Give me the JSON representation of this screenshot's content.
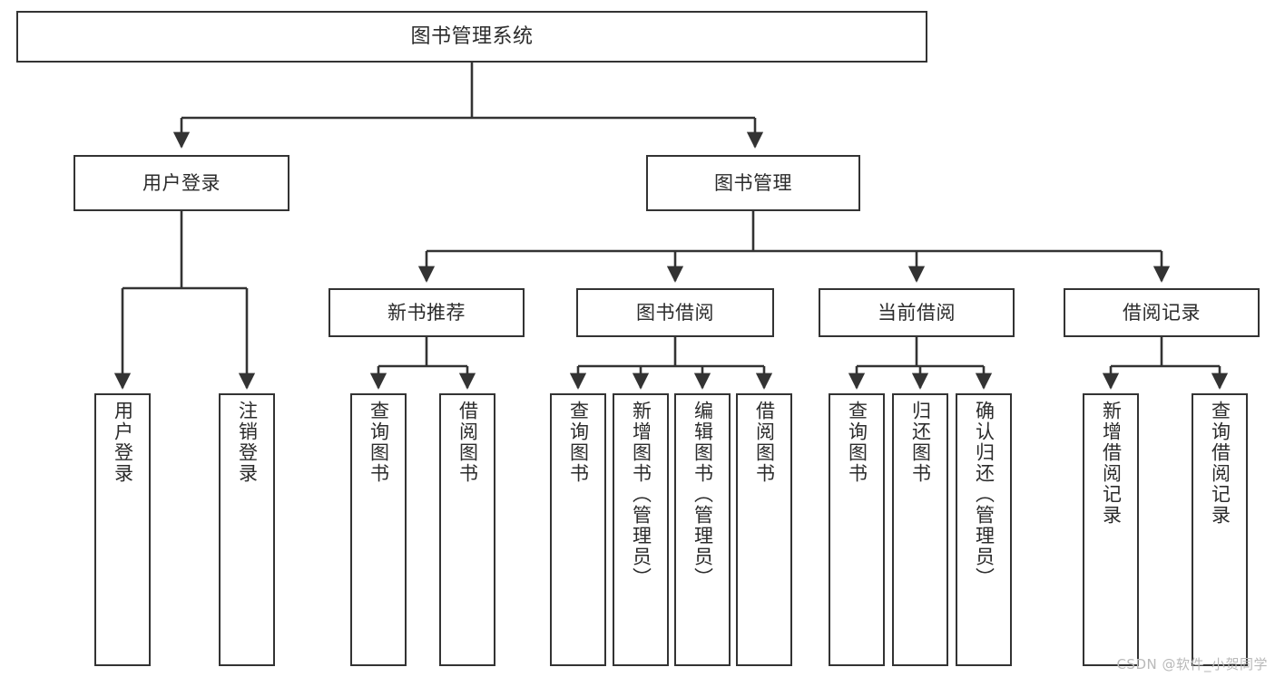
{
  "diagram": {
    "title": "图书管理系统",
    "type": "tree-hierarchy",
    "watermark": "CSDN @软件_小贺同学",
    "colors": {
      "stroke": "#333333",
      "fill": "#ffffff",
      "text": "#2b2b2b",
      "watermark": "#b9b9b9"
    },
    "nodes": {
      "root": {
        "label": "图书管理系统"
      },
      "level2": [
        {
          "label": "用户登录"
        },
        {
          "label": "图书管理"
        }
      ],
      "level3": [
        {
          "label": "新书推荐"
        },
        {
          "label": "图书借阅"
        },
        {
          "label": "当前借阅"
        },
        {
          "label": "借阅记录"
        }
      ],
      "leaves": {
        "user_login": [
          {
            "label": "用户登录"
          },
          {
            "label": "注销登录"
          }
        ],
        "new_book_recommend": [
          {
            "label": "查询图书"
          },
          {
            "label": "借阅图书"
          }
        ],
        "book_borrow": [
          {
            "label": "查询图书"
          },
          {
            "label": "新增图书（管理员）"
          },
          {
            "label": "编辑图书（管理员）"
          },
          {
            "label": "借阅图书"
          }
        ],
        "current_borrow": [
          {
            "label": "查询图书"
          },
          {
            "label": "归还图书"
          },
          {
            "label": "确认归还（管理员）"
          }
        ],
        "borrow_record": [
          {
            "label": "新增借阅记录"
          },
          {
            "label": "查询借阅记录"
          }
        ]
      }
    }
  }
}
